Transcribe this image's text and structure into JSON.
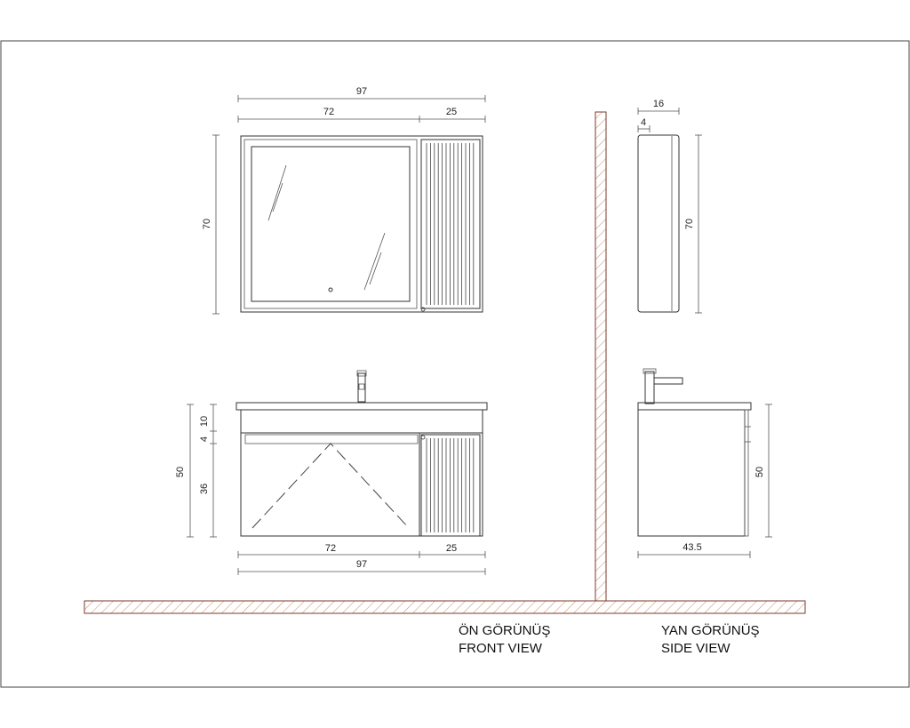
{
  "front_view": {
    "mirror": {
      "total_width": "97",
      "mirror_width": "72",
      "cabinet_width": "25",
      "height": "70"
    },
    "vanity": {
      "top_height": "10",
      "gap_height": "4",
      "door_height": "36",
      "total_height": "50",
      "door_width": "72",
      "side_width": "25",
      "total_width": "97"
    },
    "caption_tr": "ÖN GÖRÜNÜŞ",
    "caption_en": "FRONT VIEW"
  },
  "side_view": {
    "mirror_depth": "16",
    "mirror_frame": "4",
    "mirror_height": "70",
    "vanity_height": "50",
    "vanity_depth": "43.5",
    "caption_tr": "YAN GÖRÜNÜŞ",
    "caption_en": "SIDE VIEW"
  },
  "colors": {
    "line": "#333333",
    "hatch": "#c98a6a",
    "wall": "#7a3b2e"
  }
}
